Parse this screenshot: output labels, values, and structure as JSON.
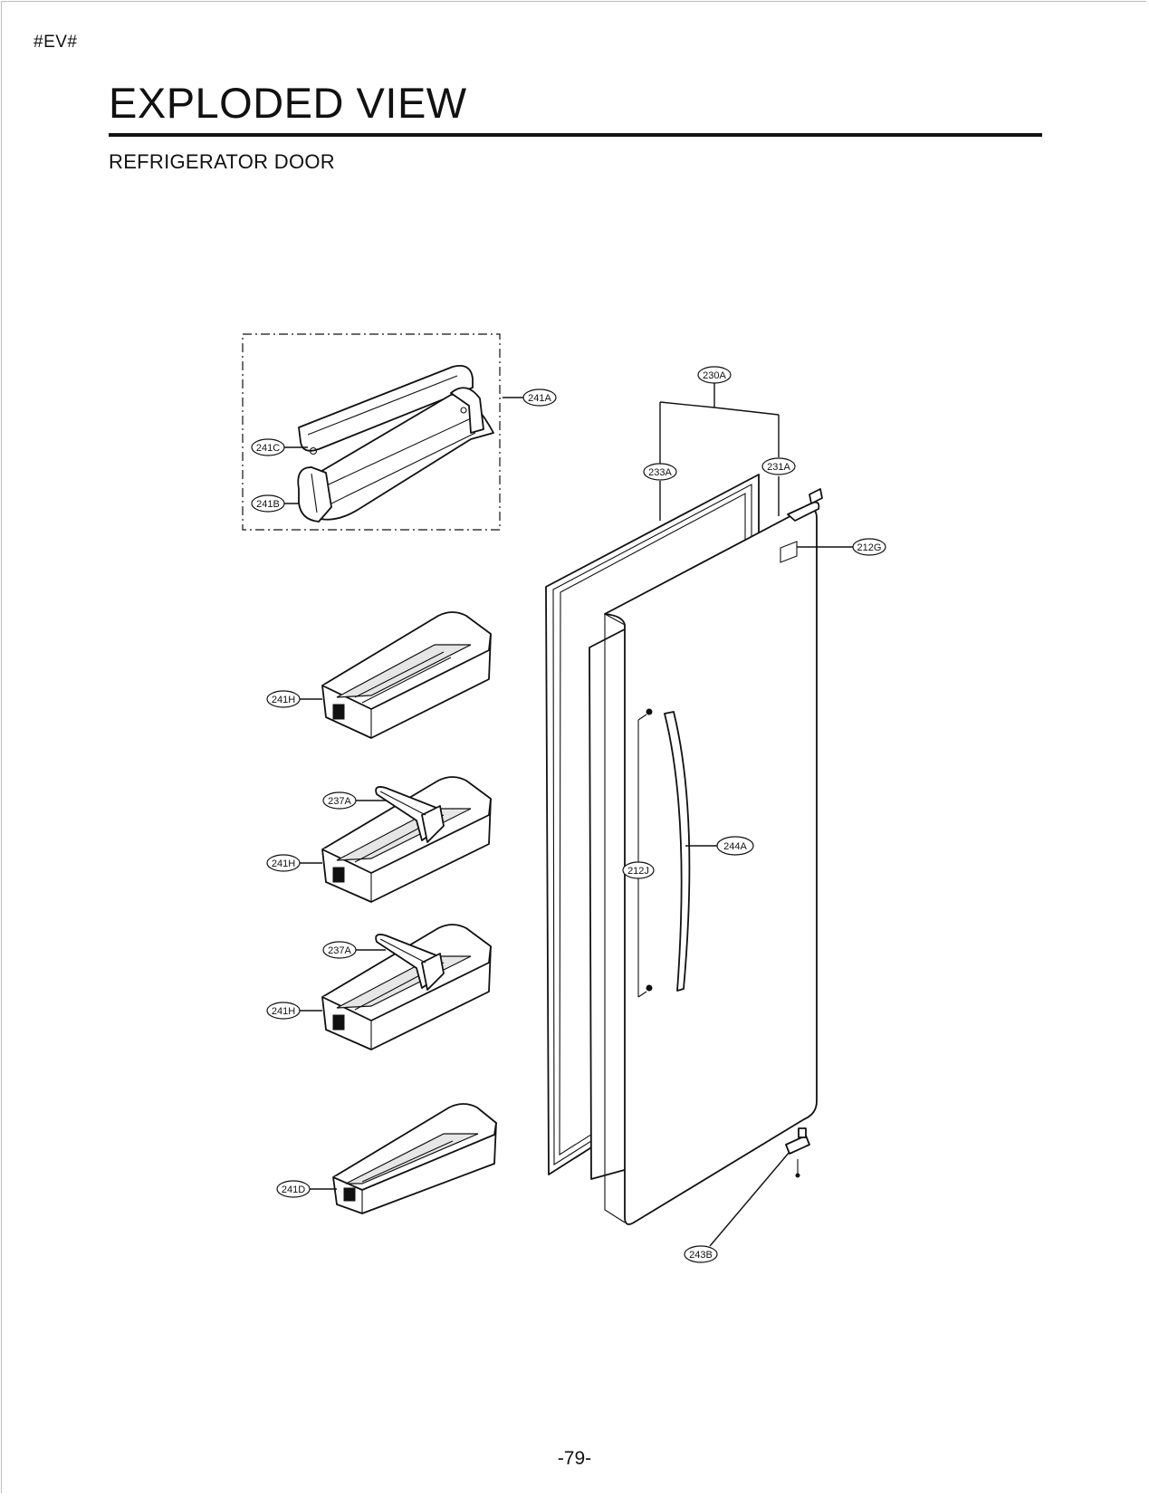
{
  "header": {
    "tag": "#EV#",
    "title": "EXPLODED VIEW",
    "subtitle": "REFRIGERATOR DOOR"
  },
  "callouts": {
    "c241A": "241A",
    "c241C": "241C",
    "c241B": "241B",
    "c230A": "230A",
    "c233A": "233A",
    "c231A": "231A",
    "c212G": "212G",
    "c241H_1": "241H",
    "c237A_1": "237A",
    "c241H_2": "241H",
    "c237A_2": "237A",
    "c241H_3": "241H",
    "c244A": "244A",
    "c212J": "212J",
    "c241D": "241D",
    "c243B": "243B"
  },
  "footer": {
    "page_number": "-79-"
  }
}
